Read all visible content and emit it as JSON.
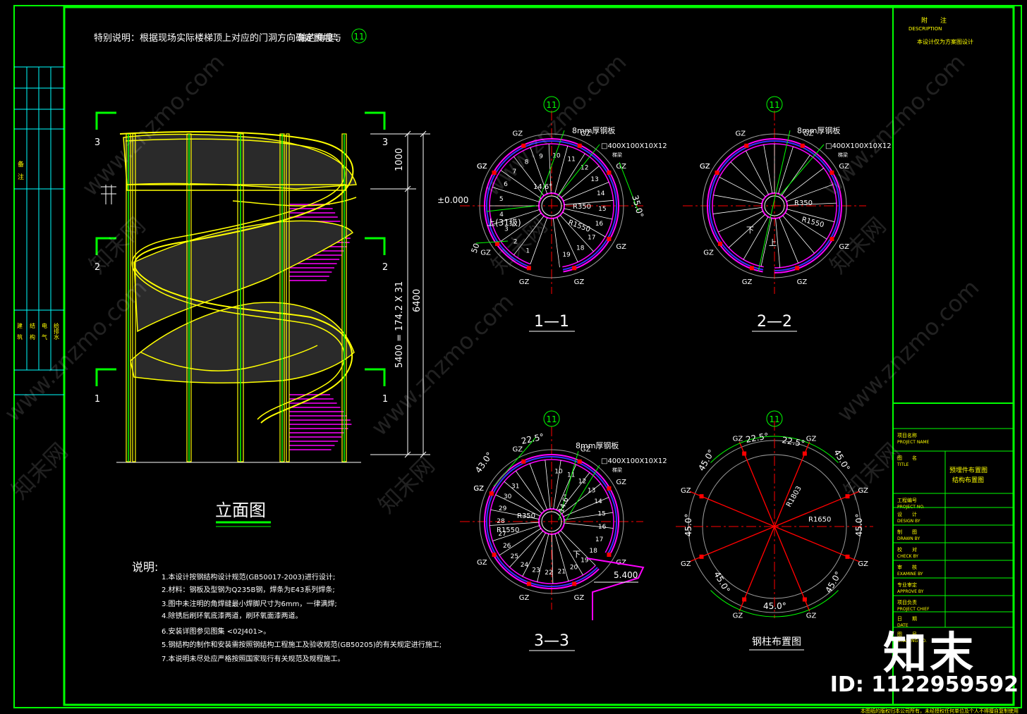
{
  "header_note": {
    "text": "特别说明：根据现场实际楼梯顶上对应的门洞方向确定预埋与",
    "text2": "轴的角度：",
    "axis": "11"
  },
  "elevation": {
    "title": "立面图",
    "levels": [
      "3",
      "2",
      "1"
    ],
    "dim_1000": "1000",
    "dim_main": "5400 = 174.2 X 31",
    "dim_total": "6400"
  },
  "notes": {
    "title": "说明:",
    "lines": [
      "1.本设计按钢结构设计规范(GB50017-2003)进行设计;",
      "2.材料：钢板及型钢为Q235B钢，焊条为E43系列焊条;",
      "3.图中未注明的角焊缝最小焊脚尺寸为6mm，一律满焊;",
      "4.除锈后刷环氧底漆两道，刷环氧面漆两道。",
      "6.安装详图参见图集 <02J401>。",
      "5.钢结构的制作和安装需按照钢结构工程施工及验收规范(GB50205)的有关规定进行施工;",
      "7.本说明未尽处应严格按照国家现行有关规范及规程施工。"
    ]
  },
  "sections": {
    "s11": {
      "title": "1—1",
      "axis": "11",
      "plate": "8mm厚钢板",
      "tube": "□400X100X10X12",
      "tube_sub": "梯梁",
      "r_inner": "R350",
      "r_outer": "R1550",
      "angle_step": "14.6°",
      "angle_35": "35.0°",
      "level": "±0.000",
      "up_label": "上(31级)",
      "dim_50": "50",
      "gz": "GZ",
      "steps": [
        "1",
        "2",
        "3",
        "4",
        "5",
        "6",
        "7",
        "8",
        "9",
        "10",
        "11",
        "12",
        "13",
        "14",
        "15",
        "16",
        "17",
        "18",
        "19"
      ]
    },
    "s22": {
      "title": "2—2",
      "axis": "11",
      "plate": "8mm厚钢板",
      "tube": "□400X100X10X12",
      "tube_sub": "梯梁",
      "r_inner": "R350",
      "r_outer": "R1550",
      "down": "下",
      "up": "上",
      "gz": "GZ"
    },
    "s33": {
      "title": "3—3",
      "axis": "11",
      "plate": "8mm厚钢板",
      "tube": "□400X100X10X12",
      "tube_sub": "梯梁",
      "r_inner": "R350",
      "r_outer": "R1550",
      "angle_step": "14.6°",
      "angle_225": "22.5°",
      "angle_43": "43.0°",
      "level": "5.400",
      "down": "下",
      "gz": "GZ",
      "steps": [
        "10",
        "11",
        "12",
        "13",
        "14",
        "15",
        "16",
        "17",
        "18",
        "19",
        "20",
        "21",
        "22",
        "23",
        "24",
        "25",
        "26",
        "27",
        "28",
        "29",
        "30",
        "31"
      ]
    },
    "columns": {
      "title": "钢柱布置图",
      "axis": "11",
      "r1": "R1803",
      "r2": "R1650",
      "angle_225a": "22.5°",
      "angle_225b": "22.5°",
      "angle_45": "45.0°",
      "gz": "GZ"
    }
  },
  "title_block": {
    "notes_label": "附　　注",
    "notes_en": "DESCRIPTION",
    "notes_text": "本设计仅为方案图设计",
    "rows": [
      {
        "cn": "项目名称",
        "en": "PROJECT NAME"
      },
      {
        "cn": "图　　名",
        "en": "TITLE"
      },
      {
        "cn": "工程编号",
        "en": "PROJECT NO."
      },
      {
        "cn": "设　　计",
        "en": "DESIGN BY"
      },
      {
        "cn": "制　　图",
        "en": "DRAWN BY"
      },
      {
        "cn": "校　　对",
        "en": "CHECK BY"
      },
      {
        "cn": "审　　核",
        "en": "EXAMINE BY"
      },
      {
        "cn": "专业审定",
        "en": "APPROVE BY"
      },
      {
        "cn": "项目负责",
        "en": "PROJECT CHIEF"
      },
      {
        "cn": "日　　期",
        "en": "DATE"
      },
      {
        "cn": "图　　号",
        "en": "DRAWING NO."
      }
    ],
    "title_value": [
      "预埋件布置图",
      "结构布置图"
    ],
    "footer": "本图纸的版权归本公司所有，未经授权任何单位及个人不得擅自复制使用"
  },
  "left_strip": {
    "top": "备　注",
    "roles": [
      "建　筑",
      "结　构",
      "电　气",
      "给排水"
    ]
  },
  "watermark": {
    "text": "www.znzmo.com",
    "cn": "知末网"
  },
  "brand": {
    "logo": "知末",
    "id": "ID: 1122959592"
  },
  "colors": {
    "frame": "#00ff00",
    "cyan": "#00ffff",
    "yellow": "#ffff00",
    "magenta": "#ff00ff",
    "red": "#ff0000",
    "white": "#ffffff",
    "blue": "#3333ff",
    "gray": "#9a9a9a"
  }
}
